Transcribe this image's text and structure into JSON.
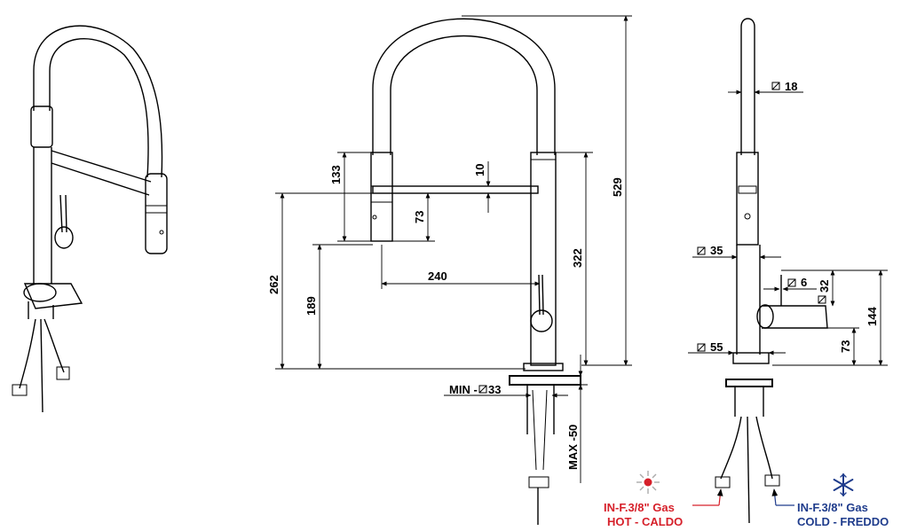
{
  "colors": {
    "hot": "#d6202a",
    "cold": "#1f3c8c",
    "line": "#000000"
  },
  "icons": {
    "hot": "sun-icon",
    "cold": "snowflake-icon",
    "diameter": "diameter-symbol-icon"
  },
  "front": {
    "dim_529": "529",
    "dim_133": "133",
    "dim_10": "10",
    "dim_73": "73",
    "dim_262": "262",
    "dim_189": "189",
    "dim_240": "240",
    "dim_322": "322",
    "dim_min": "MIN -",
    "dim_min_val": "33",
    "dim_max": "MAX -50"
  },
  "side": {
    "dia_18": "18",
    "dia_35": "35",
    "dia_6": "6",
    "dim_32": "32",
    "dia_55": "55",
    "dim_144": "144",
    "dim_73": "73"
  },
  "inlets": {
    "hot_line1": "IN-F.3/8\" Gas",
    "hot_line2": "HOT - CALDO",
    "cold_line1": "IN-F.3/8\" Gas",
    "cold_line2": "COLD - FREDDO"
  }
}
